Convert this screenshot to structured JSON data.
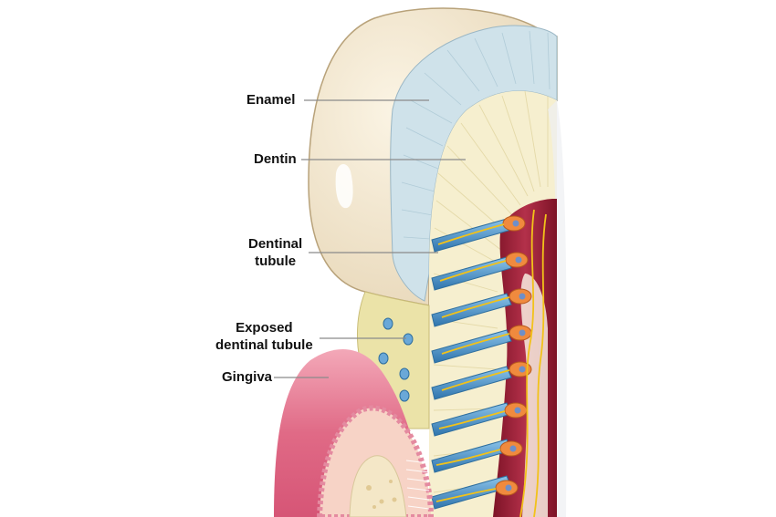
{
  "labels": {
    "enamel": "Enamel",
    "dentin": "Dentin",
    "dentinal_tubule": [
      "Dentinal",
      "tubule"
    ],
    "exposed_dentinal_tubule": [
      "Exposed",
      "dentinal tubule"
    ],
    "gingiva": "Gingiva"
  },
  "colors": {
    "enamel": "#f1e4cc",
    "enamel_cut": "#cfe2ea",
    "dentin": "#f6efcf",
    "exposed_dentin": "#ebe3a8",
    "tubule": "#5b9fd0",
    "pulp": "#a2263a",
    "nerve": "#f2c219",
    "odontoblast": "#f08a3e",
    "gingiva": "#e8738d",
    "bone": "#f4e7c7",
    "leader_line": "#8a8a8a"
  }
}
